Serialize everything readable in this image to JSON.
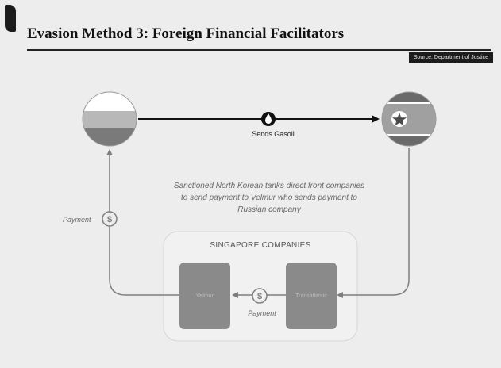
{
  "header": {
    "title": "Evasion Method 3: Foreign Financial Facilitators",
    "source": "Source: Department of Justice"
  },
  "nodes": {
    "russia": {
      "label": "",
      "flag_colors": [
        "#ffffff",
        "#b8b8b8",
        "#7a7a7a"
      ]
    },
    "north_korea": {
      "label": "",
      "flag_colors": [
        "#6a6a6a",
        "#ffffff",
        "#a0a0a0",
        "#ffffff",
        "#6a6a6a"
      ]
    }
  },
  "edges": {
    "sends": {
      "label": "Sends Gasoil",
      "icon": "oil-drop-icon"
    },
    "payment_left": {
      "label": "Payment",
      "icon": "dollar-coin-icon"
    },
    "payment_bottom": {
      "label": "Payment",
      "icon": "dollar-coin-icon"
    }
  },
  "caption": "Sanctioned North Korean tanks direct front companies to send payment to Velmur who sends payment to Russian company",
  "group": {
    "title": "SINGAPORE COMPANIES",
    "companies": [
      {
        "label": "Velmur"
      },
      {
        "label": "Transatlantic"
      }
    ]
  },
  "colors": {
    "background": "#ededed",
    "line": "#7d7d7d",
    "company_fill": "#8a8a8a",
    "arrow": "#111111"
  }
}
